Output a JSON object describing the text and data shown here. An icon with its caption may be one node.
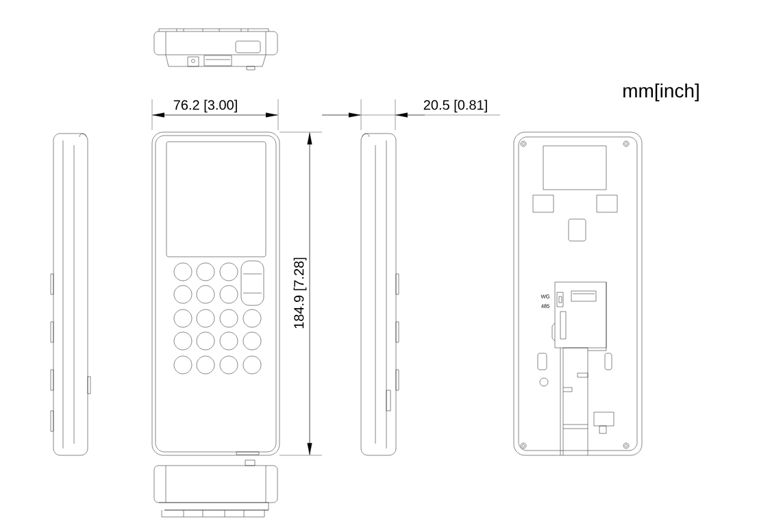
{
  "diagram": {
    "labels": [
      "mm[inch]",
      "76.2  [3.00]",
      "20.5  [0.81]",
      "184.9  [7.28]",
      "WG",
      "485"
    ]
  }
}
